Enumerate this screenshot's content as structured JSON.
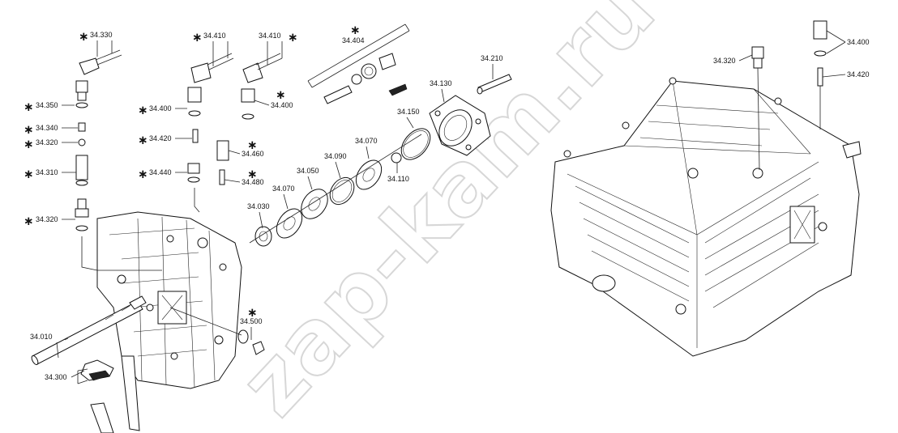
{
  "watermark": "zap-kam.ru",
  "labels": [
    {
      "text": "34.330",
      "starred": true
    },
    {
      "text": "34.350",
      "starred": true
    },
    {
      "text": "34.340",
      "starred": true
    },
    {
      "text": "34.320",
      "starred": true
    },
    {
      "text": "34.310",
      "starred": true
    },
    {
      "text": "34.320",
      "starred": true
    },
    {
      "text": "34.410",
      "starred": true
    },
    {
      "text": "34.410",
      "starred": true
    },
    {
      "text": "34.400",
      "starred": true
    },
    {
      "text": "34.400",
      "starred": true
    },
    {
      "text": "34.420",
      "starred": true
    },
    {
      "text": "34.460",
      "starred": true
    },
    {
      "text": "34.440",
      "starred": true
    },
    {
      "text": "34.480",
      "starred": true
    },
    {
      "text": "34.404",
      "starred": true
    },
    {
      "text": "34.030",
      "starred": false
    },
    {
      "text": "34.070",
      "starred": false
    },
    {
      "text": "34.050",
      "starred": false
    },
    {
      "text": "34.090",
      "starred": false
    },
    {
      "text": "34.070",
      "starred": false
    },
    {
      "text": "34.110",
      "starred": false
    },
    {
      "text": "34.150",
      "starred": false
    },
    {
      "text": "34.130",
      "starred": false
    },
    {
      "text": "34.210",
      "starred": false
    },
    {
      "text": "34.500",
      "starred": true
    },
    {
      "text": "34.010",
      "starred": false
    },
    {
      "text": "34.300",
      "starred": false
    },
    {
      "text": "34.320",
      "starred": false
    },
    {
      "text": "34.400",
      "starred": false
    },
    {
      "text": "34.420",
      "starred": false
    }
  ]
}
